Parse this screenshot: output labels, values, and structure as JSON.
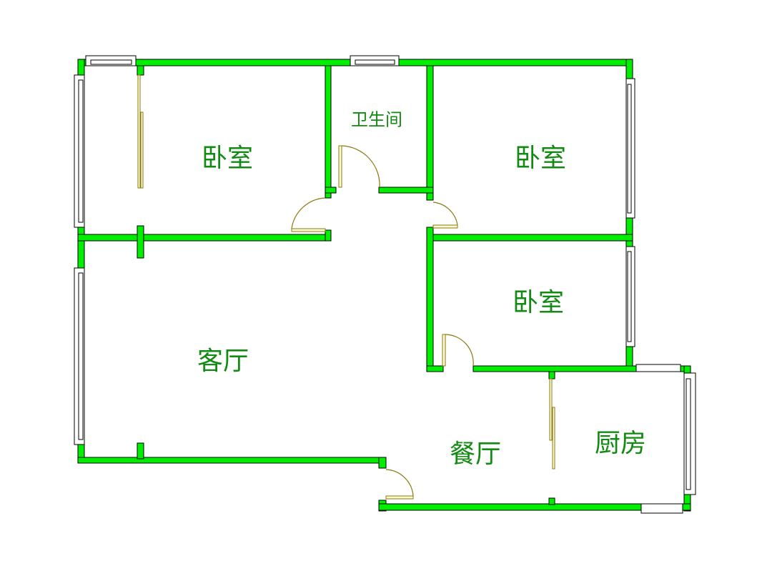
{
  "rooms": {
    "bedroom_1": "卧室",
    "bathroom": "卫生间",
    "bedroom_2": "卧室",
    "bedroom_3": "卧室",
    "living_room": "客厅",
    "dining_room": "餐厅",
    "kitchen": "厨房"
  },
  "colors": {
    "wall": "#00ee00",
    "label": "#138a13",
    "door": "#8a7a10"
  }
}
